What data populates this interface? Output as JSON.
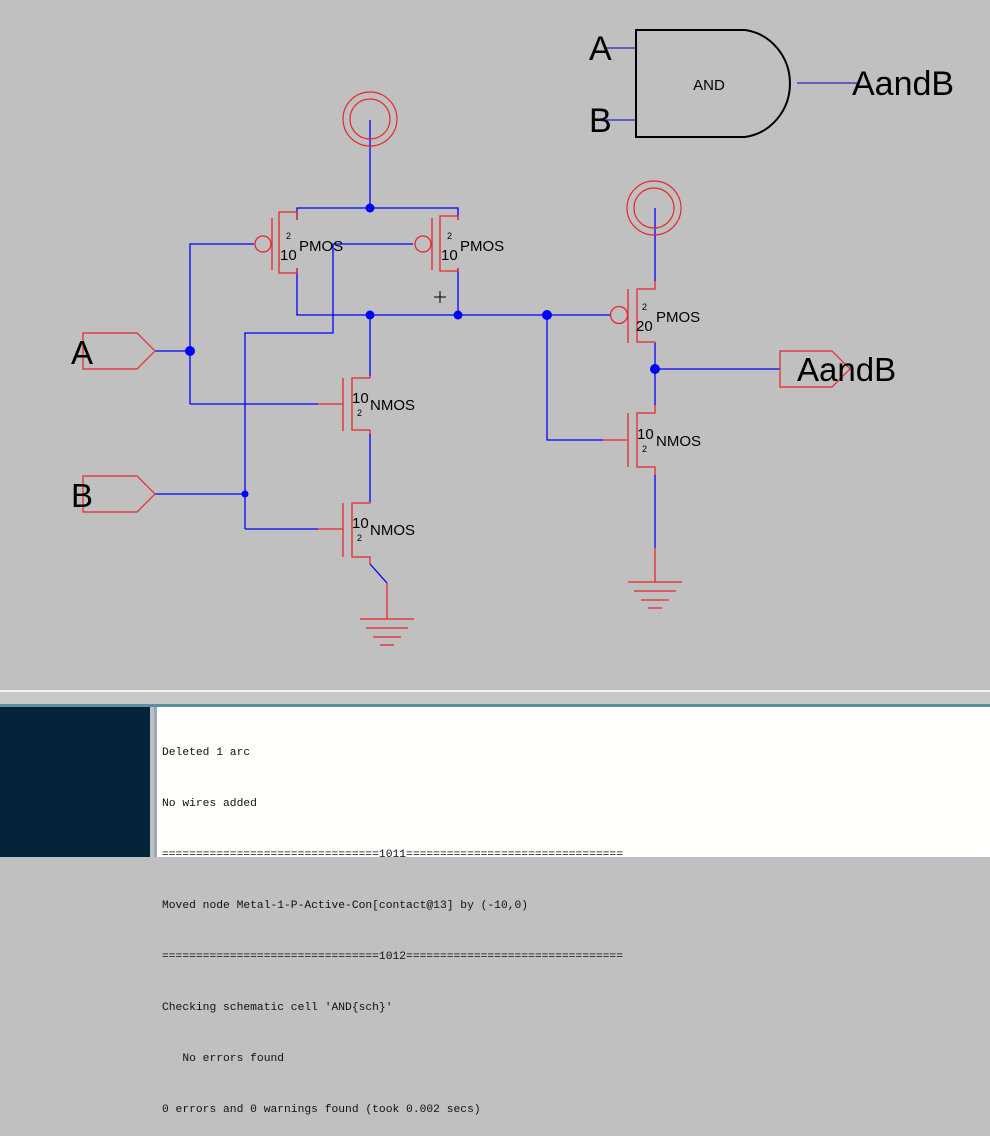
{
  "schematic": {
    "cell": "AND{sch}",
    "and_symbol": {
      "label": "AND",
      "input_a": "A",
      "input_b": "B",
      "output": "AandB"
    },
    "ports": {
      "input_a": "A",
      "input_b": "B",
      "output": "AandB"
    },
    "transistors": [
      {
        "id": "pmos-a",
        "type": "PMOS",
        "width": "10",
        "length": "2"
      },
      {
        "id": "pmos-b",
        "type": "PMOS",
        "width": "10",
        "length": "2"
      },
      {
        "id": "nmos-a",
        "type": "NMOS",
        "width": "10",
        "length": "2"
      },
      {
        "id": "nmos-b",
        "type": "NMOS",
        "width": "10",
        "length": "2"
      },
      {
        "id": "pmos-inv",
        "type": "PMOS",
        "width": "20",
        "length": "2"
      },
      {
        "id": "nmos-inv",
        "type": "NMOS",
        "width": "10",
        "length": "2"
      }
    ],
    "colors": {
      "background": "#c0c0c0",
      "wire": "#0000ff",
      "component": "#e8262a",
      "text": "#000000",
      "and_body": "#000000"
    }
  },
  "console": {
    "lines": [
      "Deleted 1 arc",
      "No wires added",
      "================================1011================================",
      "Moved node Metal-1-P-Active-Con[contact@13] by (-10,0)",
      "================================1012================================",
      "Checking schematic cell 'AND{sch}'",
      "   No errors found",
      "0 errors and 0 warnings found (took 0.002 secs)"
    ]
  }
}
